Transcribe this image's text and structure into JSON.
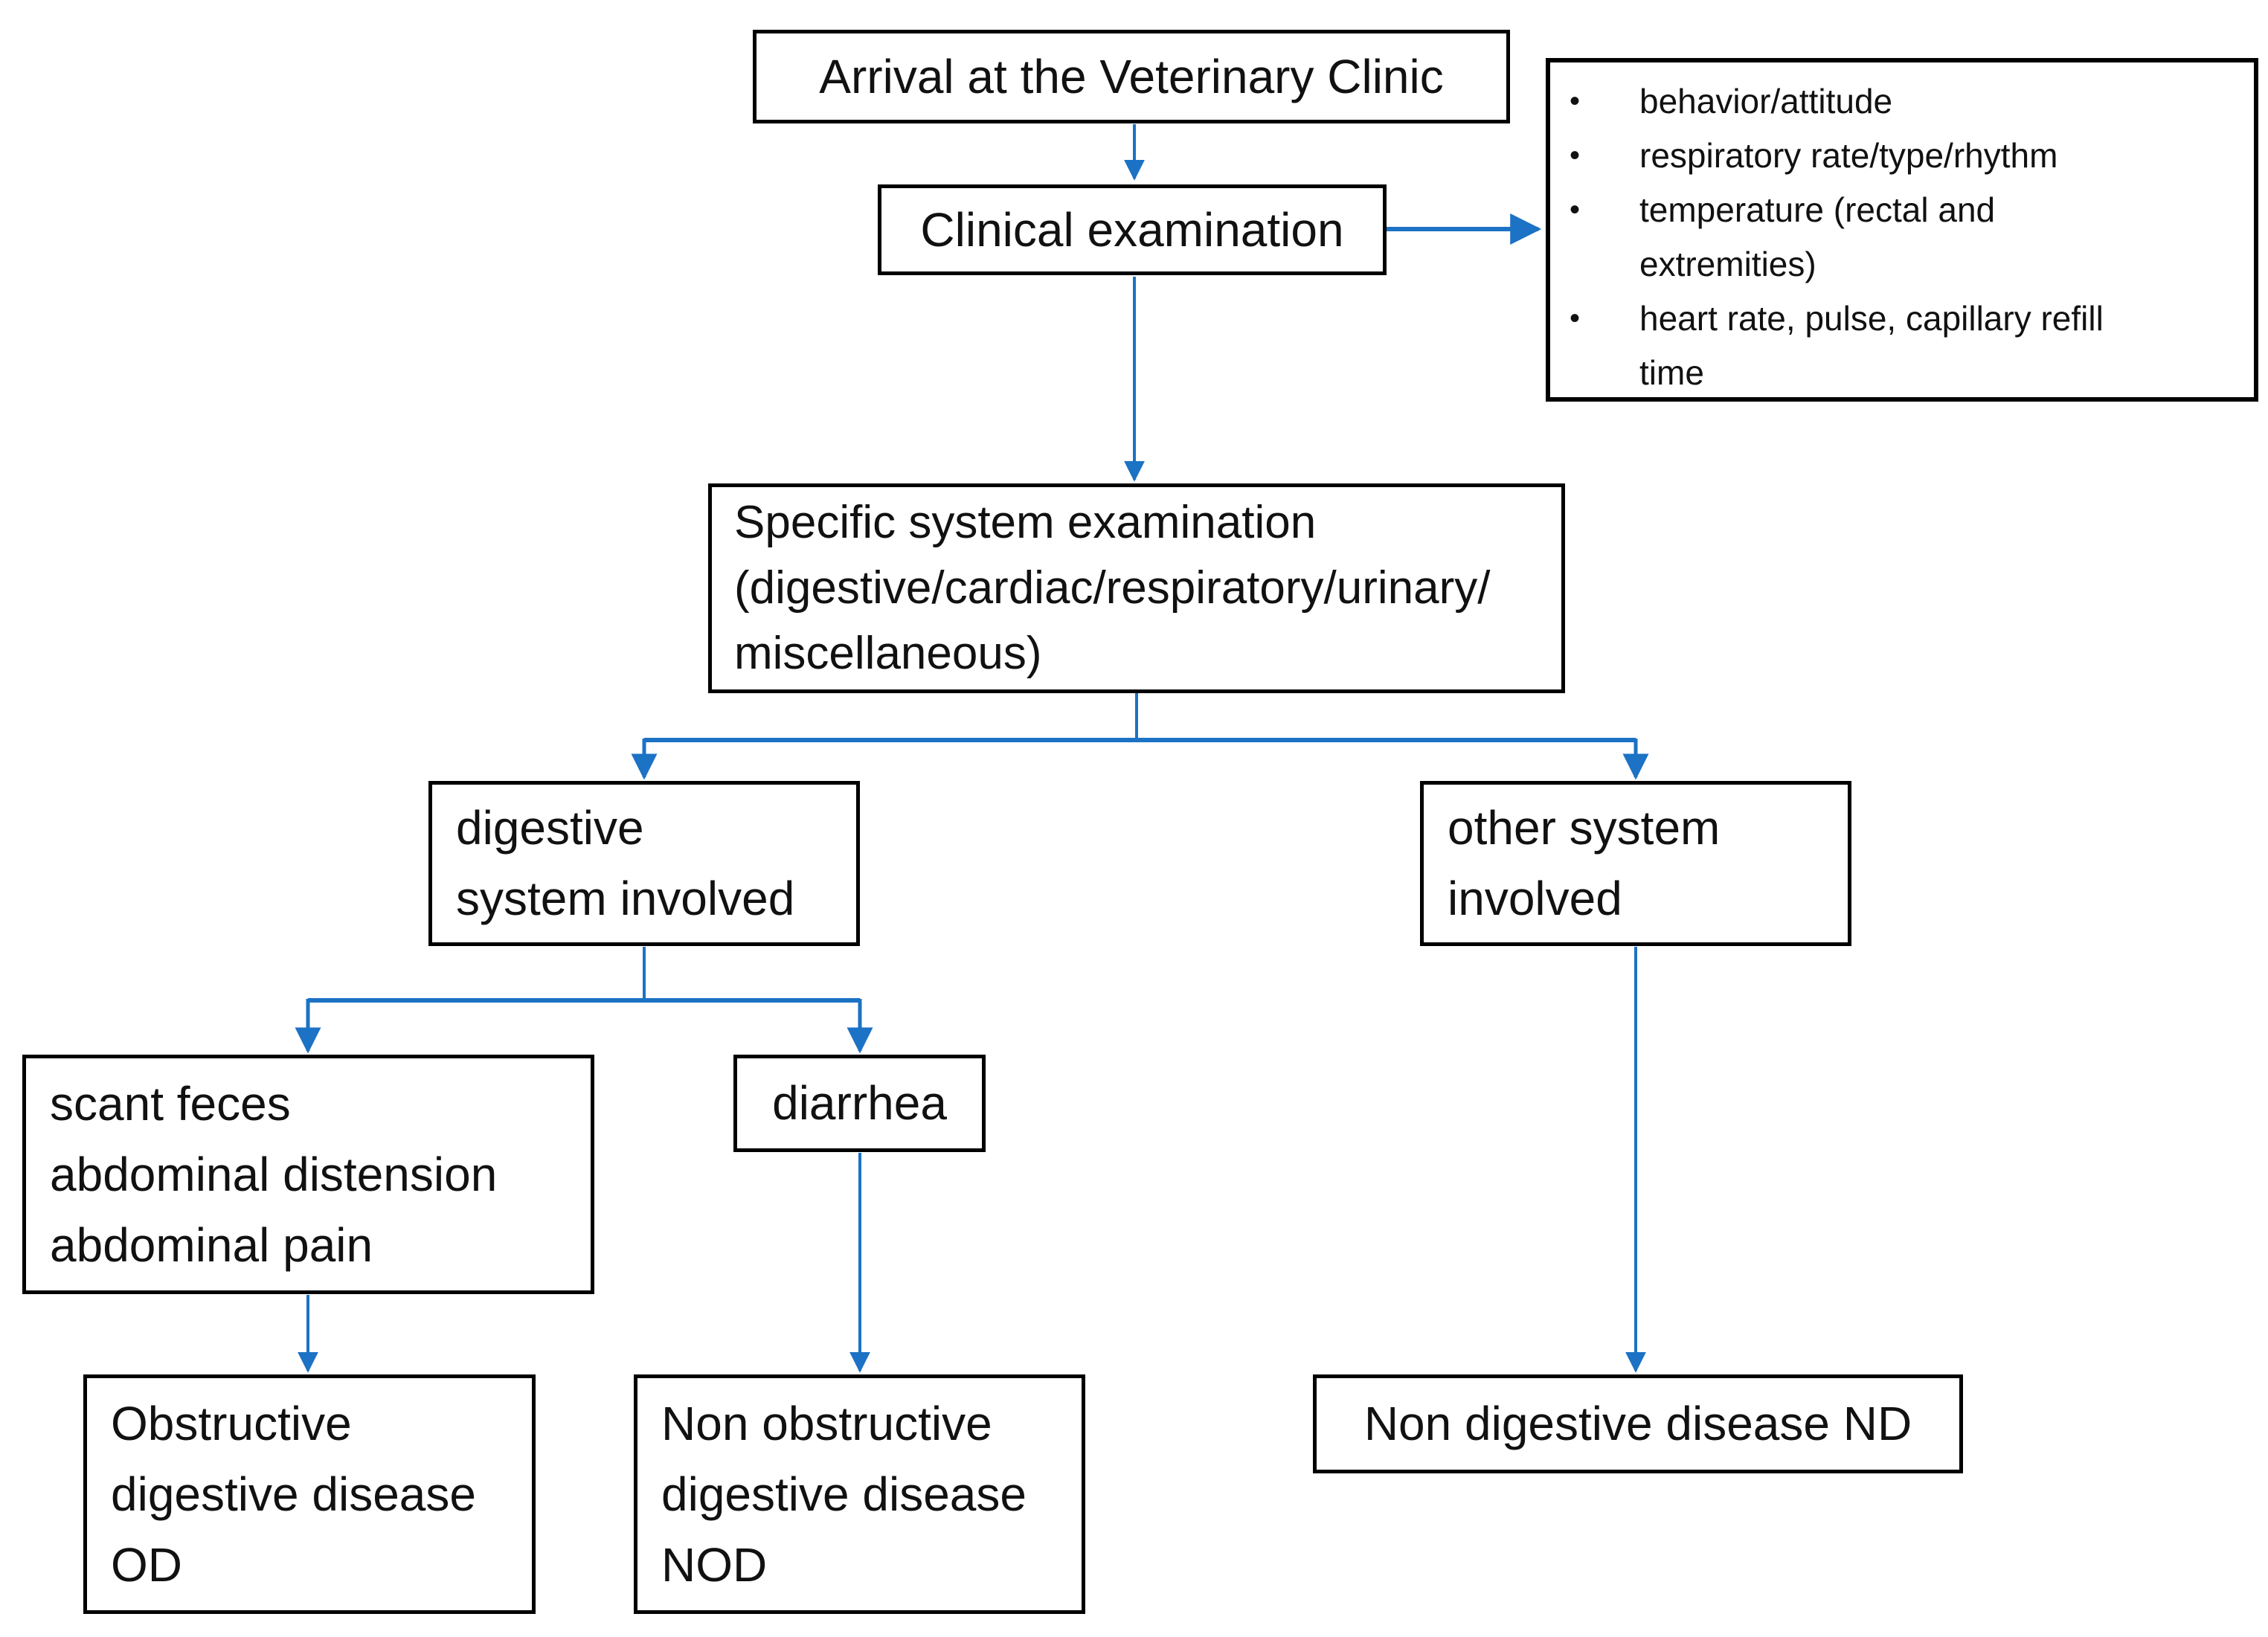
{
  "diagram": {
    "background": "#ffffff",
    "border_color": "#000000",
    "text_color": "#111111",
    "arrow_color": "#1c72c4",
    "nodes": {
      "arrival": {
        "label": "Arrival at the Veterinary Clinic"
      },
      "clinical": {
        "label": "Clinical examination"
      },
      "specific": {
        "label": "Specific system examination\n(digestive/cardiac/respiratory/urinary/\nmiscellaneous)"
      },
      "digestive": {
        "label": "digestive\nsystem involved"
      },
      "other": {
        "label": "other system\ninvolved"
      },
      "scant": {
        "label": "scant feces\nabdominal distension\nabdominal pain"
      },
      "diarrhea": {
        "label": "diarrhea"
      },
      "obstructive": {
        "label": "Obstructive\ndigestive disease\nOD"
      },
      "nonobstructive": {
        "label": "Non obstructive\ndigestive disease\nNOD"
      },
      "nd": {
        "label": "Non digestive disease ND"
      }
    },
    "clinical_checklist": {
      "bullet": "•",
      "items": [
        "behavior/attitude",
        "respiratory rate/type/rhythm",
        "temperature (rectal and\nextremities)",
        "heart rate, pulse, capillary refill\ntime"
      ]
    },
    "edges": [
      {
        "from": "arrival",
        "to": "clinical"
      },
      {
        "from": "clinical",
        "to": "clinical_checklist"
      },
      {
        "from": "clinical",
        "to": "specific"
      },
      {
        "from": "specific",
        "to": "digestive"
      },
      {
        "from": "specific",
        "to": "other"
      },
      {
        "from": "digestive",
        "to": "scant"
      },
      {
        "from": "digestive",
        "to": "diarrhea"
      },
      {
        "from": "scant",
        "to": "obstructive"
      },
      {
        "from": "diarrhea",
        "to": "nonobstructive"
      },
      {
        "from": "other",
        "to": "nd"
      }
    ]
  }
}
